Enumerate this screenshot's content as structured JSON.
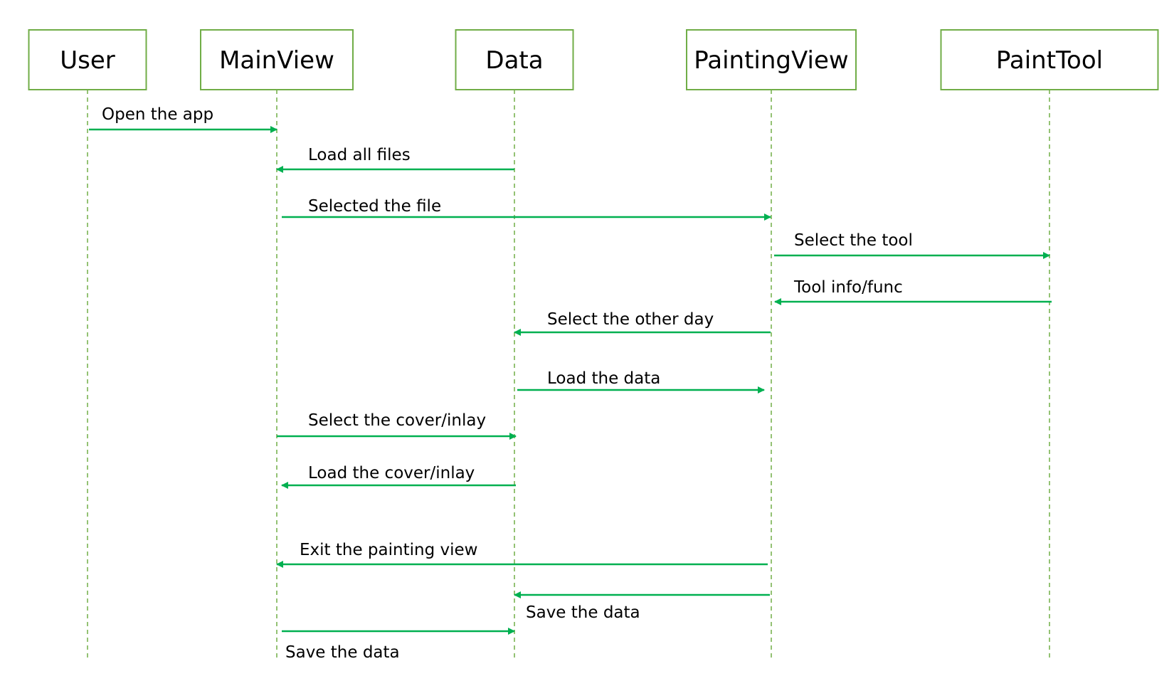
{
  "colors": {
    "actor_border": "#70ad47",
    "lifeline": "#70ad47",
    "arrow": "#00b050",
    "text": "#000000",
    "background": "#ffffff"
  },
  "actors": [
    {
      "id": "user",
      "label": "User"
    },
    {
      "id": "mainview",
      "label": "MainView"
    },
    {
      "id": "data",
      "label": "Data"
    },
    {
      "id": "paintingview",
      "label": "PaintingView"
    },
    {
      "id": "painttool",
      "label": "PaintTool"
    }
  ],
  "messages": [
    {
      "id": "open-app",
      "from": "user",
      "to": "mainview",
      "label": "Open the app"
    },
    {
      "id": "load-all-files",
      "from": "data",
      "to": "mainview",
      "label": "Load all files"
    },
    {
      "id": "selected-file",
      "from": "mainview",
      "to": "paintingview",
      "label": "Selected the file"
    },
    {
      "id": "select-tool",
      "from": "paintingview",
      "to": "painttool",
      "label": "Select the tool"
    },
    {
      "id": "tool-info",
      "from": "painttool",
      "to": "paintingview",
      "label": "Tool info/func"
    },
    {
      "id": "select-other-day",
      "from": "paintingview",
      "to": "data",
      "label": "Select the other day"
    },
    {
      "id": "load-data",
      "from": "data",
      "to": "paintingview",
      "label": "Load the data"
    },
    {
      "id": "select-cover",
      "from": "mainview",
      "to": "data",
      "label": "Select the cover/inlay"
    },
    {
      "id": "load-cover",
      "from": "data",
      "to": "mainview",
      "label": "Load the cover/inlay"
    },
    {
      "id": "exit-painting",
      "from": "paintingview",
      "to": "mainview",
      "label": "Exit the painting view"
    },
    {
      "id": "save-data-pv",
      "from": "paintingview",
      "to": "data",
      "label": "Save the data"
    },
    {
      "id": "save-data-mv",
      "from": "mainview",
      "to": "data",
      "label": "Save the data"
    }
  ]
}
